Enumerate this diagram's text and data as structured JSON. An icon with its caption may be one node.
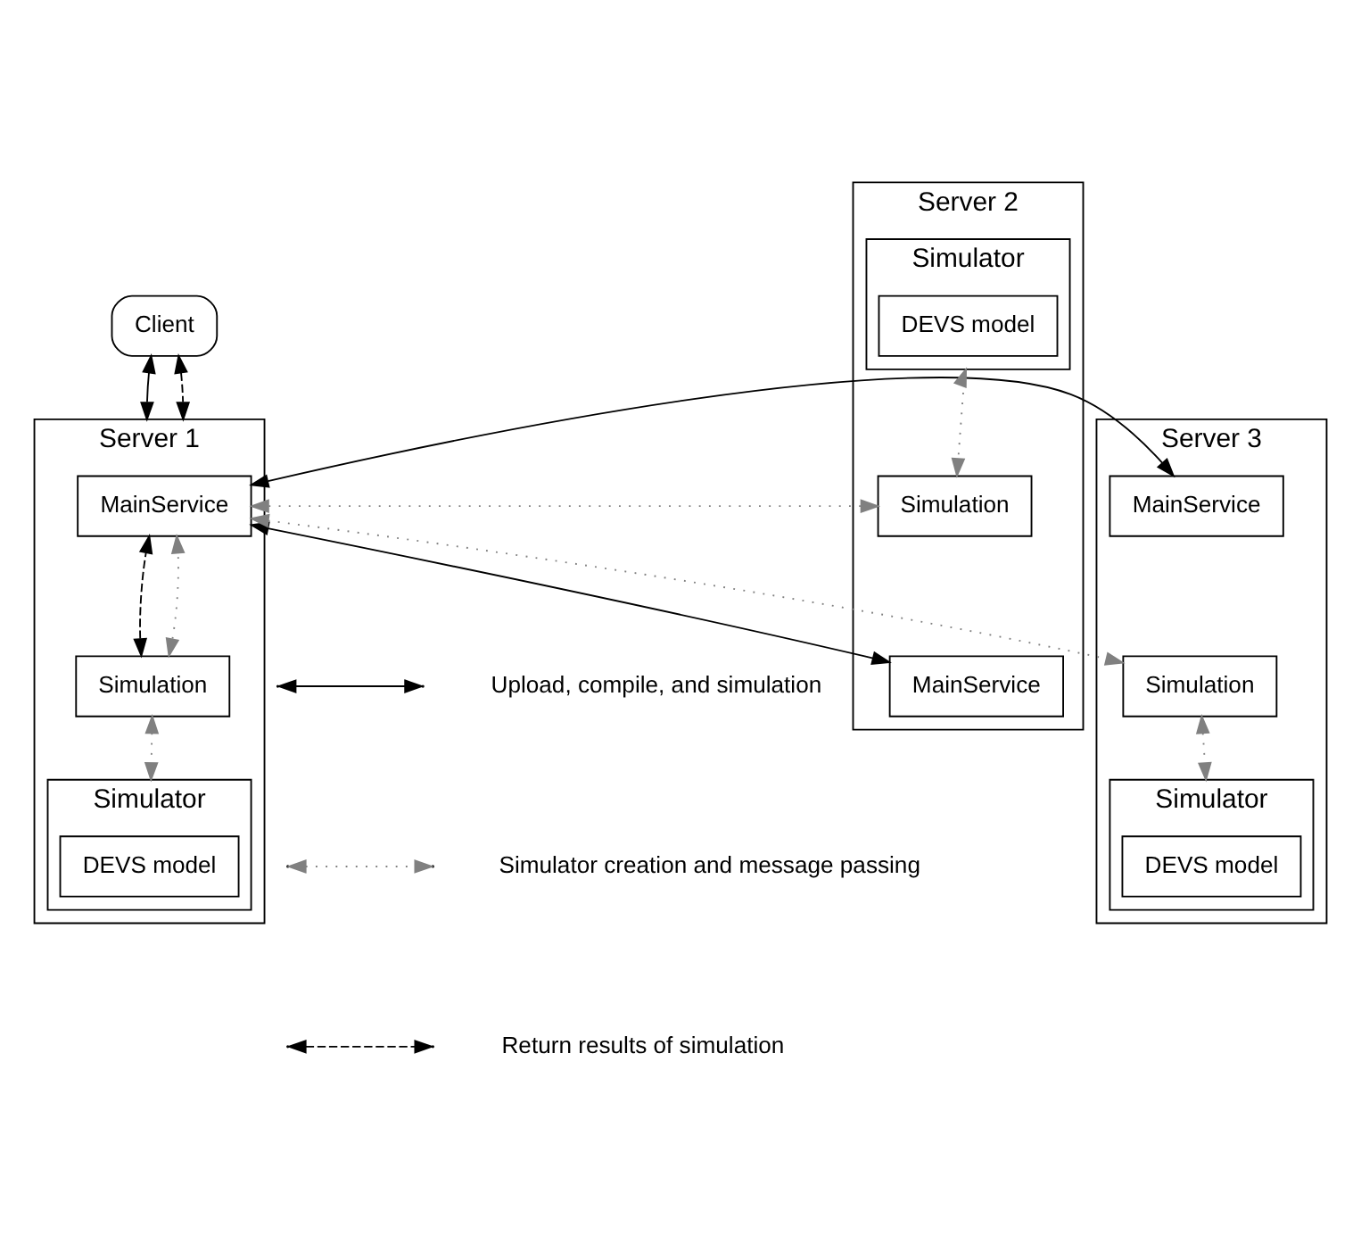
{
  "diagram": {
    "nodes": [
      {
        "text": [
          "Client"
        ]
      },
      {
        "text": [
          "Server 1"
        ]
      },
      {
        "text": [
          "MainService"
        ],
        "in": 1
      },
      {
        "text": [
          "Simulation"
        ],
        "in": 1
      },
      {
        "text": [
          "Simulator"
        ],
        "in": 1
      },
      {
        "text": [
          "DEVS model"
        ],
        "in": 4
      },
      {
        "text": [
          "Server 2"
        ]
      },
      {
        "text": [
          "Simulator"
        ],
        "in": 6
      },
      {
        "text": [
          "DEVS model"
        ],
        "in": 7
      },
      {
        "text": [
          "Simulation"
        ],
        "in": 6
      },
      {
        "text": [
          "MainService"
        ],
        "in": 6
      },
      {
        "text": [
          "Server 3"
        ]
      },
      {
        "text": [
          "MainService"
        ],
        "in": 11
      },
      {
        "text": [
          "Simulation"
        ],
        "in": 11
      },
      {
        "text": [
          "Simulator"
        ],
        "in": 11
      },
      {
        "text": [
          "DEVS model"
        ],
        "in": 14
      }
    ],
    "edges": [
      {
        "from": 0,
        "to": 1,
        "arrow": "both",
        "color": "#000000"
      },
      {
        "from": 0,
        "to": 1,
        "arrow": "both",
        "style": "dashed",
        "color": "#000000"
      },
      {
        "from": 3,
        "to": 2,
        "arrow": "both",
        "style": "dashed",
        "color": "#000000"
      },
      {
        "from": 3,
        "to": 2,
        "arrow": "both",
        "style": "dashed"
      },
      {
        "from": 3,
        "to": 4,
        "arrow": "both",
        "style": "dashed"
      },
      {
        "from": 2,
        "to": 9,
        "arrow": "both",
        "style": "dashed"
      },
      {
        "from": 2,
        "to": 10,
        "arrow": "both",
        "color": "#000000"
      },
      {
        "from": 2,
        "to": 12,
        "arrow": "both",
        "color": "#000000"
      },
      {
        "from": 2,
        "to": 13,
        "arrow": "both",
        "style": "dashed"
      },
      {
        "from": 7,
        "to": 9,
        "arrow": "both",
        "style": "dashed"
      },
      {
        "from": 13,
        "to": 14,
        "arrow": "both",
        "style": "dashed"
      }
    ],
    "legend": [
      {
        "text": "Upload, compile, and simulation"
      },
      {
        "text": "Simulator creation and message passing"
      },
      {
        "text": "Return results of simulation"
      }
    ]
  }
}
